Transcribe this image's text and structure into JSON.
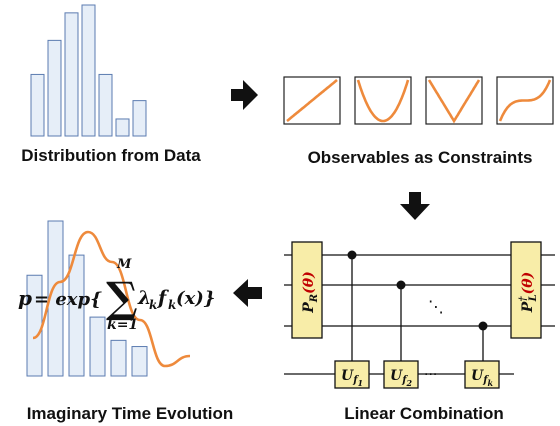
{
  "panels": {
    "data": {
      "caption": "Distribution from Data"
    },
    "observables": {
      "caption": "Observables as Constraints"
    },
    "combination": {
      "caption": "Linear Combination"
    },
    "evolution": {
      "caption": "Imaginary Time Evolution"
    }
  },
  "histogram": {
    "values": [
      0.47,
      0.73,
      0.94,
      1.0,
      0.47,
      0.13,
      0.27
    ],
    "bar_fill": "#e6eef8",
    "bar_stroke": "#5b7bb0"
  },
  "observable_plots": [
    {
      "kind": "linear"
    },
    {
      "kind": "quadratic"
    },
    {
      "kind": "absolute"
    },
    {
      "kind": "cubic"
    }
  ],
  "evolution_bars": {
    "values": [
      0.65,
      1.0,
      0.78,
      0.38,
      0.23,
      0.19
    ]
  },
  "curve_color": "#ee8a3c",
  "formula": {
    "lhs": "p",
    "eq": "= exp{",
    "sum_top": "M",
    "sum_bottom": "k=1",
    "term_lambda": "λ",
    "term_lambda_sub": "k",
    "term_f": "f",
    "term_f_sub": "k",
    "term_arg": "(x)}"
  },
  "circuit": {
    "gate_fill": "#f8eda8",
    "pr_label": "P",
    "pr_sub": "R",
    "pr_arg": "(θ)",
    "pl_label": "P",
    "pl_sup": "†",
    "pl_sub": "L",
    "pl_arg": "(θ)",
    "dots_diag": "⋱",
    "dots_h": "···",
    "u_gates": [
      {
        "base": "U",
        "sub": "f",
        "subsub": "1"
      },
      {
        "base": "U",
        "sub": "f",
        "subsub": "2"
      },
      {
        "base": "U",
        "sub": "f",
        "subsub": "k"
      }
    ]
  },
  "arrows": [
    "right-arrow",
    "down-arrow",
    "left-arrow"
  ]
}
